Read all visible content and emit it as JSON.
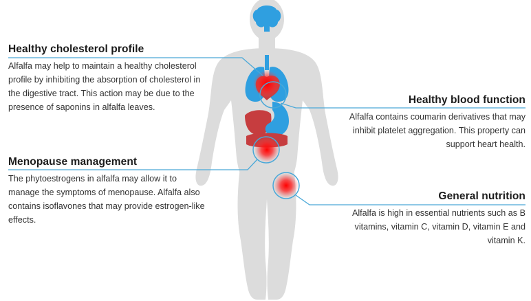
{
  "annotations": [
    {
      "title": "Healthy cholesterol profile",
      "text": "Alfalfa may help to maintain a healthy cholesterol profile by inhibiting the absorption of cholesterol in the digestive tract. This action may be due to the presence of saponins in alfalfa leaves."
    },
    {
      "title": "Menopause management",
      "text": "The phytoestrogens in alfalfa may allow it to manage the symptoms of menopause. Alfalfa also contains isoflavones that may provide estrogen-like effects."
    },
    {
      "title": "Healthy blood function",
      "text": "Alfalfa contains coumarin derivatives that may inhibit platelet aggregation. This property can support heart health."
    },
    {
      "title": "General nutrition",
      "text": "Alfalfa is high in essential nutrients such as B vitamins, vitamin C, vitamin D, vitamin E and vitamin K."
    }
  ],
  "colors": {
    "body_silhouette": "#dcdcdc",
    "organ_blue": "#2f9fe0",
    "organ_red": "#c63d3f",
    "highlight_red": "#ff0000",
    "connector_line": "#4aa8d8"
  }
}
